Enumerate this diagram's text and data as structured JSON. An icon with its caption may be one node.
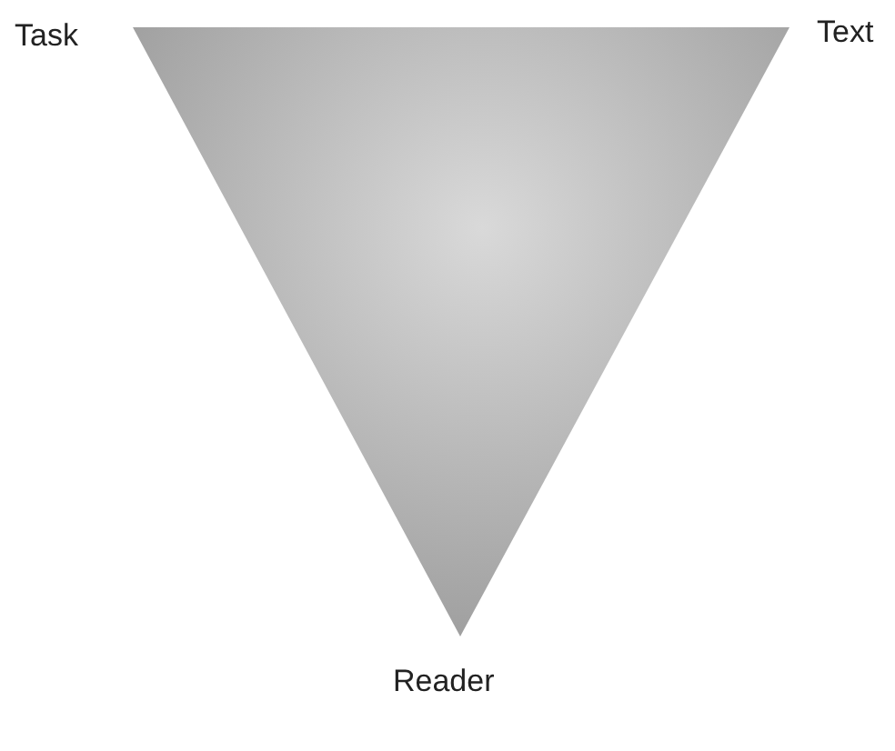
{
  "diagram": {
    "labels": [
      "Task",
      "Text",
      "Reader"
    ]
  }
}
